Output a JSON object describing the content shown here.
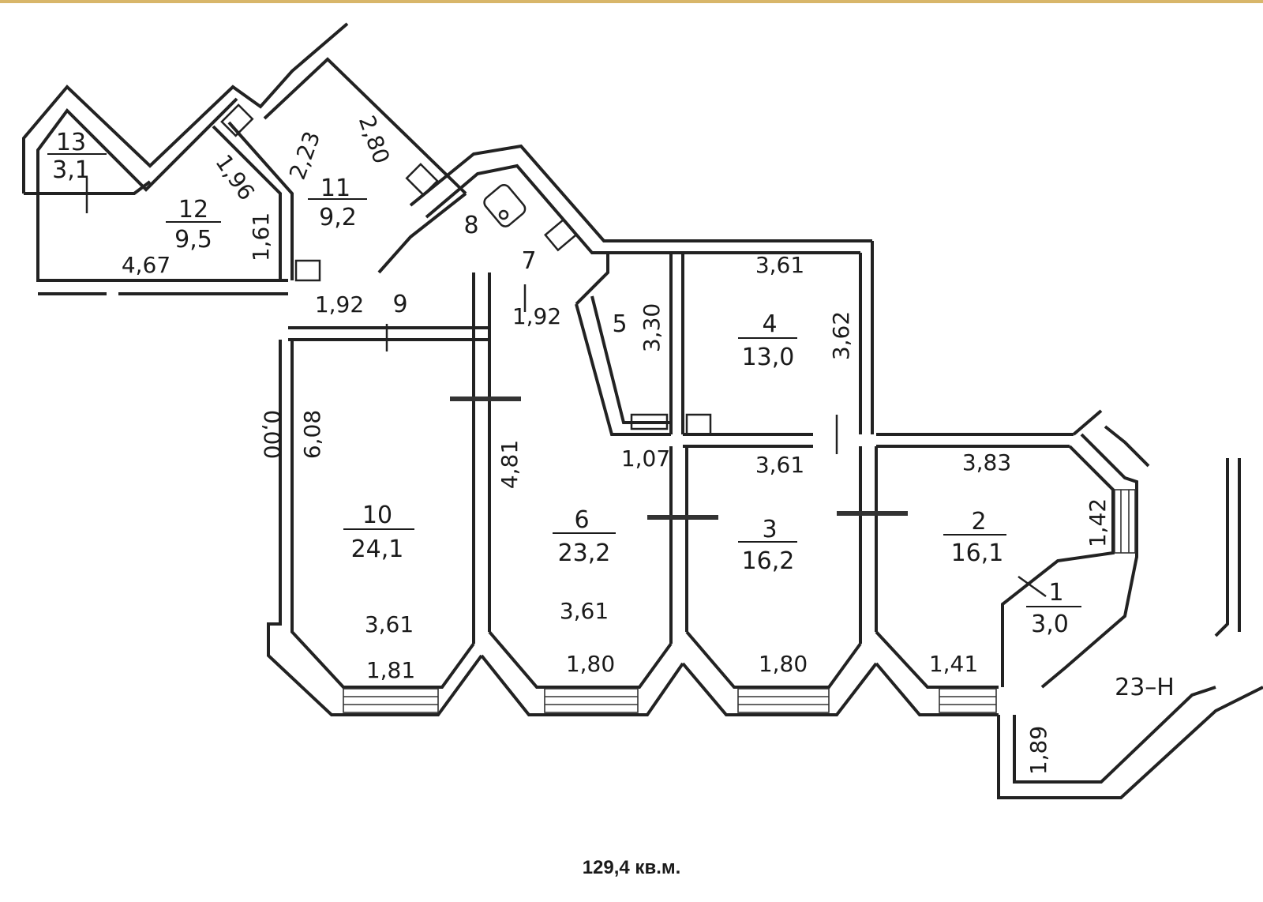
{
  "rooms": [
    {
      "id": "r1",
      "number": "1",
      "area": "3,0"
    },
    {
      "id": "r2",
      "number": "2",
      "area": "16,1"
    },
    {
      "id": "r3",
      "number": "3",
      "area": "16,2"
    },
    {
      "id": "r4",
      "number": "4",
      "area": "13,0"
    },
    {
      "id": "r5",
      "number": "5",
      "area": ""
    },
    {
      "id": "r6",
      "number": "6",
      "area": "23,2"
    },
    {
      "id": "r7",
      "number": "7",
      "area": ""
    },
    {
      "id": "r8",
      "number": "8",
      "area": ""
    },
    {
      "id": "r9",
      "number": "9",
      "area": ""
    },
    {
      "id": "r10",
      "number": "10",
      "area": "24,1"
    },
    {
      "id": "r11",
      "number": "11",
      "area": "9,2"
    },
    {
      "id": "r12",
      "number": "12",
      "area": "9,5"
    },
    {
      "id": "r13",
      "number": "13",
      "area": "3,1"
    }
  ],
  "dimensions": [
    "2,23",
    "2,80",
    "1,96",
    "1,61",
    "4,67",
    "1,92",
    "1,92",
    "3,30",
    "3,61",
    "3,62",
    "6,08",
    "4,81",
    "1,07",
    "3,61",
    "3,83",
    "1,42",
    "3,61",
    "3,61",
    "1,81",
    "1,80",
    "1,80",
    "1,41",
    "1,89",
    "0,00"
  ],
  "apartment_code": "23–Н",
  "total_area": "129,4 кв.м."
}
